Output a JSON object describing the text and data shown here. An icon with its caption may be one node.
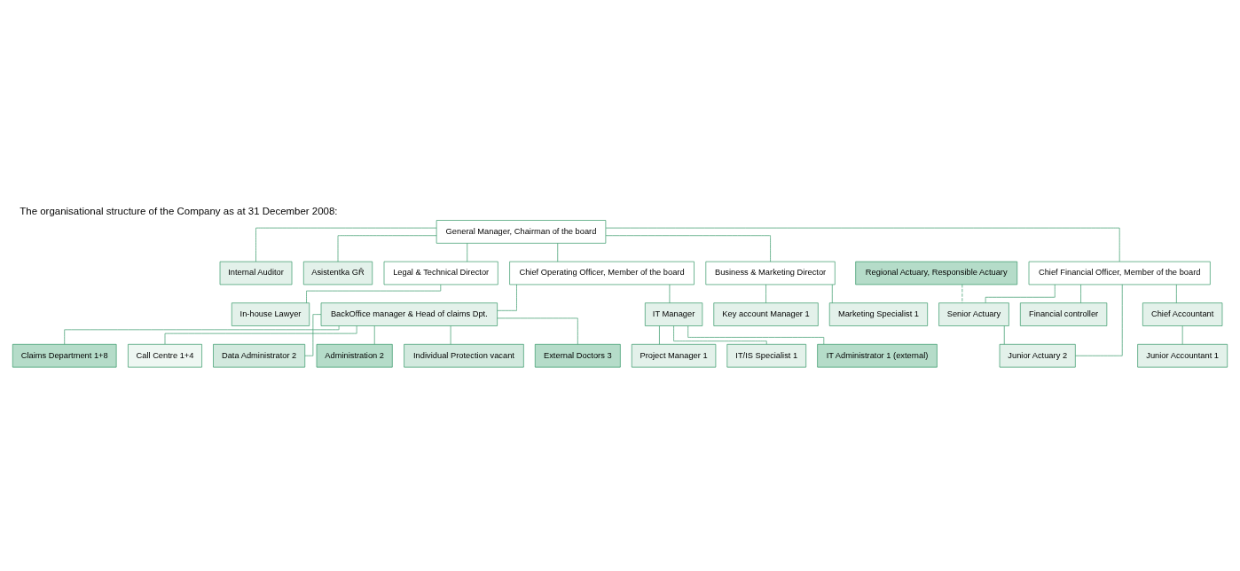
{
  "diagram": {
    "title": "The organisational structure of the Company as at 31 December 2008:",
    "nodes": [
      {
        "text": [
          "General Manager, Chairman of the board"
        ]
      },
      {
        "text": [
          "Internal Auditor"
        ]
      },
      {
        "text": [
          "Asistentka GŘ"
        ]
      },
      {
        "text": [
          "Regional Actuary, Responsible Actuary"
        ]
      },
      {
        "text": [
          "Legal & Technical Director"
        ]
      },
      {
        "text": [
          "Chief Operating Officer, Member of the board"
        ]
      },
      {
        "text": [
          "Business & Marketing Director"
        ]
      },
      {
        "text": [
          "Chief Financial Officer, Member of the board"
        ]
      },
      {
        "text": [
          "In-house Lawyer"
        ]
      },
      {
        "text": [
          "BackOffice manager & Head of claims Dpt."
        ]
      },
      {
        "text": [
          "IT Manager"
        ]
      },
      {
        "text": [
          "Key account Manager 1"
        ]
      },
      {
        "text": [
          "Marketing Specialist 1"
        ]
      },
      {
        "text": [
          "Financial controller"
        ]
      },
      {
        "text": [
          "Senior Actuary"
        ]
      },
      {
        "text": [
          "Chief Accountant"
        ]
      },
      {
        "text": [
          "Junior Actuary 2"
        ]
      },
      {
        "text": [
          "Claims Department 1+8"
        ]
      },
      {
        "text": [
          "Call Centre 1+4"
        ]
      },
      {
        "text": [
          "Data Administrator 2"
        ]
      },
      {
        "text": [
          "Administration 2"
        ]
      },
      {
        "text": [
          "Individual Protection vacant"
        ]
      },
      {
        "text": [
          "External Doctors 3"
        ]
      },
      {
        "text": [
          "Project Manager 1"
        ]
      },
      {
        "text": [
          "IT/IS Specialist 1"
        ]
      },
      {
        "text": [
          "IT Administrator 1 (external)"
        ]
      },
      {
        "text": [
          "Junior Accountant 1"
        ]
      }
    ],
    "edges": [
      {
        "from": 0,
        "to": 1,
        "arrow": "none"
      },
      {
        "from": 0,
        "to": 2,
        "arrow": "none"
      },
      {
        "from": 0,
        "to": 4,
        "arrow": "none"
      },
      {
        "from": 0,
        "to": 5,
        "arrow": "none"
      },
      {
        "from": 0,
        "to": 6,
        "arrow": "none"
      },
      {
        "from": 0,
        "to": 7,
        "arrow": "none"
      },
      {
        "from": 3,
        "to": 14,
        "arrow": "none",
        "style": "dashed"
      },
      {
        "from": 4,
        "to": 8,
        "arrow": "none"
      },
      {
        "from": 5,
        "to": 9,
        "arrow": "none"
      },
      {
        "from": 5,
        "to": 10,
        "arrow": "none"
      },
      {
        "from": 6,
        "to": 11,
        "arrow": "none"
      },
      {
        "from": 6,
        "to": 12,
        "arrow": "none"
      },
      {
        "from": 7,
        "to": 13,
        "arrow": "none"
      },
      {
        "from": 7,
        "to": 14,
        "arrow": "none"
      },
      {
        "from": 7,
        "to": 15,
        "arrow": "none"
      },
      {
        "from": 7,
        "to": 16,
        "arrow": "none"
      },
      {
        "from": 14,
        "to": 16,
        "arrow": "none"
      },
      {
        "from": 15,
        "to": 26,
        "arrow": "none"
      },
      {
        "from": 9,
        "to": 17,
        "arrow": "none"
      },
      {
        "from": 9,
        "to": 18,
        "arrow": "none"
      },
      {
        "from": 9,
        "to": 19,
        "arrow": "none"
      },
      {
        "from": 9,
        "to": 20,
        "arrow": "none"
      },
      {
        "from": 9,
        "to": 21,
        "arrow": "none"
      },
      {
        "from": 9,
        "to": 22,
        "arrow": "none"
      },
      {
        "from": 10,
        "to": 23,
        "arrow": "none"
      },
      {
        "from": 10,
        "to": 24,
        "arrow": "none"
      },
      {
        "from": 10,
        "to": 25,
        "arrow": "none"
      }
    ]
  }
}
